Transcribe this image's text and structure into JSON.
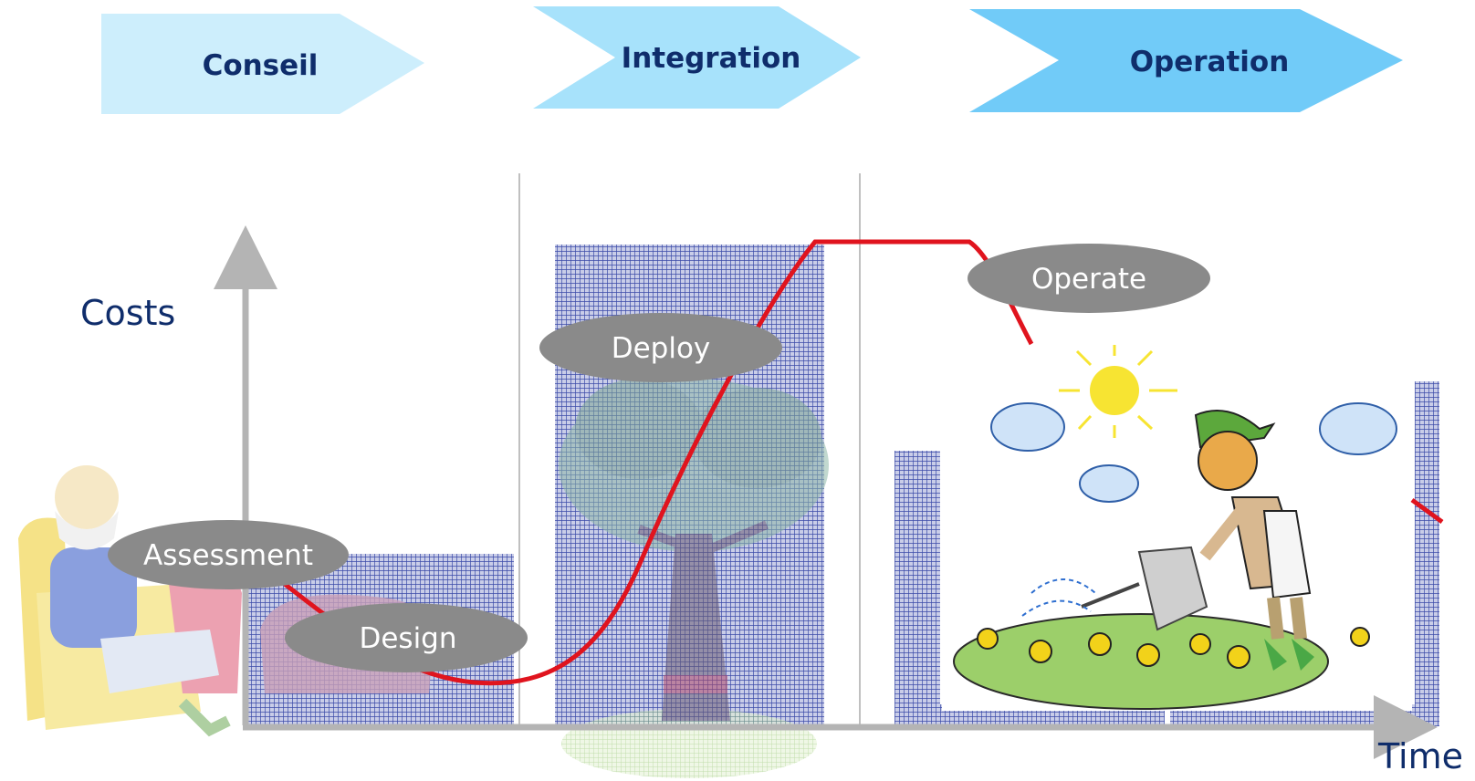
{
  "phases": [
    {
      "label": "Conseil",
      "color": "#cdeefc"
    },
    {
      "label": "Integration",
      "color": "#a7e2fb"
    },
    {
      "label": "Operation",
      "color": "#71cbf8"
    }
  ],
  "stages": [
    {
      "label": "Assessment"
    },
    {
      "label": "Design"
    },
    {
      "label": "Deploy"
    },
    {
      "label": "Operate"
    }
  ],
  "axes": {
    "y_label": "Costs",
    "x_label": "Time"
  },
  "colors": {
    "curve": "#e0141e",
    "bubble": "#8a8a8a",
    "grid_fill": "#3a4aa8",
    "axis": "#b4b4b4",
    "text_dark": "#0f2d6b"
  },
  "illustrations": [
    {
      "icon": "reading-man-in-armchair-icon"
    },
    {
      "icon": "tree-icon"
    },
    {
      "icon": "gardener-watering-flowers-icon"
    },
    {
      "icon": "sun-icon"
    },
    {
      "icon": "cloud-icon"
    }
  ]
}
